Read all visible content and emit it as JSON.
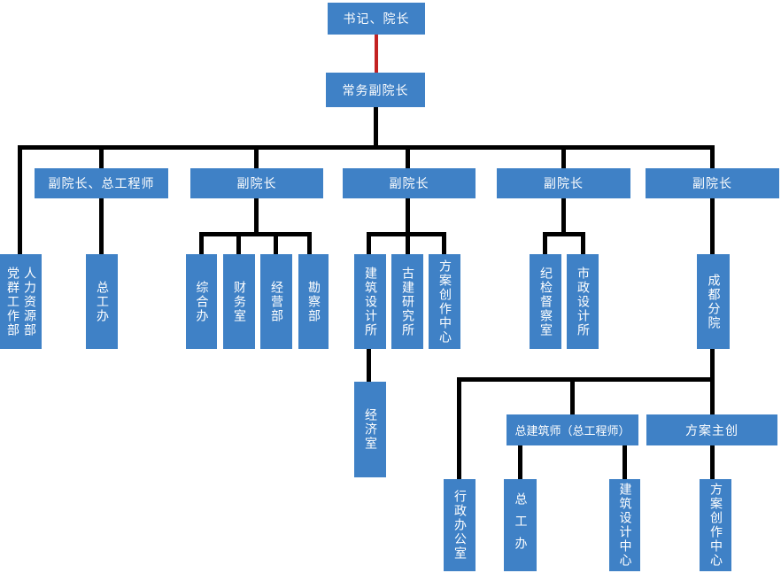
{
  "diagram": {
    "type": "organization-chart",
    "colors": {
      "node_fill": "#3f81c6",
      "node_text": "#ffffff",
      "connector": "#000000",
      "connector_accent_red": "#c32222",
      "background": "#ffffff"
    },
    "nodes": {
      "president": "书记、院长",
      "exec_vp": "常务副院长",
      "vp_chief_engineer": "副院长、总工程师",
      "vp2": "副院长",
      "vp3": "副院长",
      "vp4": "副院长",
      "vp5": "副院长",
      "party_mass_dept": "党群工作部",
      "hr_dept": "人力资源部",
      "chief_eng_office": "总工办",
      "general_office": "综合办",
      "finance_office": "财务室",
      "operations_dept": "经营部",
      "survey_dept": "勘察部",
      "arch_design_institute": "建筑设计所",
      "heritage_research_institute": "古建研究所",
      "scheme_creation_center": "方案创作中心",
      "discipline_inspection_office": "纪检督察室",
      "municipal_design_institute": "市政设计所",
      "chengdu_branch": "成都分院",
      "economy_office": "经济室",
      "chief_architect": "总建筑师（总工程师）",
      "scheme_lead": "方案主创",
      "admin_office": "行政办公室",
      "branch_chief_eng_office": "总工办",
      "arch_design_center": "建筑设计中心",
      "branch_scheme_creation_center": "方案创作中心"
    },
    "hierarchy": [
      {
        "parent": "书记、院长",
        "children": [
          "常务副院长"
        ]
      },
      {
        "parent": "常务副院长",
        "children": [
          "党群工作部/人力资源部",
          "副院长、总工程师",
          "副院长",
          "副院长",
          "副院长",
          "副院长"
        ]
      },
      {
        "parent": "副院长、总工程师",
        "children": [
          "总工办"
        ]
      },
      {
        "parent": "副院长 (2)",
        "children": [
          "综合办",
          "财务室",
          "经营部",
          "勘察部"
        ]
      },
      {
        "parent": "副院长 (3)",
        "children": [
          "建筑设计所",
          "古建研究所",
          "方案创作中心"
        ]
      },
      {
        "parent": "建筑设计所",
        "children": [
          "经济室"
        ]
      },
      {
        "parent": "副院长 (4)",
        "children": [
          "纪检督察室",
          "市政设计所"
        ]
      },
      {
        "parent": "副院长 (5)",
        "children": [
          "成都分院"
        ]
      },
      {
        "parent": "成都分院",
        "children": [
          "行政办公室",
          "总建筑师（总工程师）",
          "方案主创"
        ]
      },
      {
        "parent": "总建筑师（总工程师）",
        "children": [
          "总工办",
          "建筑设计中心"
        ]
      },
      {
        "parent": "方案主创",
        "children": [
          "方案创作中心"
        ]
      }
    ]
  }
}
